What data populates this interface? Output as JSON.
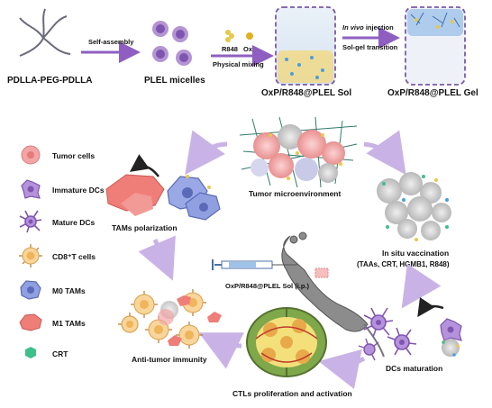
{
  "top_row": {
    "polymer_label": "PDLLA-PEG-PDLLA",
    "self_assembly_label": "Self-assembly",
    "micelles_label": "PLEL micelles",
    "r848_label": "R848",
    "oxp_label": "OxP",
    "mixing_label": "Physical mixing",
    "sol_label": "OxP/R848@PLEL Sol",
    "injection_label_italic": "In vivo",
    "injection_label_rest": " injection",
    "transition_label": "Sol-gel transition",
    "gel_label": "OxP/R848@PLEL Gel"
  },
  "legend": {
    "items": [
      {
        "label": "Tumor cells",
        "icon": "tumor-cell-icon",
        "color": "#f2a5a5"
      },
      {
        "label": "Immature DCs",
        "icon": "immature-dc-icon",
        "color": "#9b6cc9"
      },
      {
        "label": "Mature DCs",
        "icon": "mature-dc-icon",
        "color": "#8a5cc0"
      },
      {
        "label": "CD8⁺T cells",
        "icon": "cd8-t-cell-icon",
        "color": "#f5c27a"
      },
      {
        "label": "M0 TAMs",
        "icon": "m0-tam-icon",
        "color": "#7f8fd6"
      },
      {
        "label": "M1 TAMs",
        "icon": "m1-tam-icon",
        "color": "#ef7d78"
      },
      {
        "label": "CRT",
        "icon": "crt-icon",
        "color": "#3fbf8c"
      }
    ]
  },
  "center": {
    "tumor_label": "Tumor microenvironment",
    "tams_label": "TAMs polarization",
    "vaccination_line1": "In situ vaccination",
    "vaccination_line2": "(TAAs, CRT, HGMB1, R848)",
    "injection_label": "OxP/R848@PLEL Sol  (i.p.)",
    "dc_maturation_label": "DCs maturation",
    "ctl_label": "CTLs proliferation and activation",
    "immunity_label": "Anti-tumor immunity"
  },
  "colors": {
    "arrow": "#8e5fc0",
    "arrow_light": "#c9b3e6",
    "tumor": "#f2a5a5",
    "dc": "#9b6cc9",
    "tcell": "#f5c27a",
    "m0": "#7f8fd6",
    "m1": "#ef7d78",
    "crt": "#3fbf8c",
    "gel": "#6a8fd0",
    "frame": "#7a5aa8"
  }
}
